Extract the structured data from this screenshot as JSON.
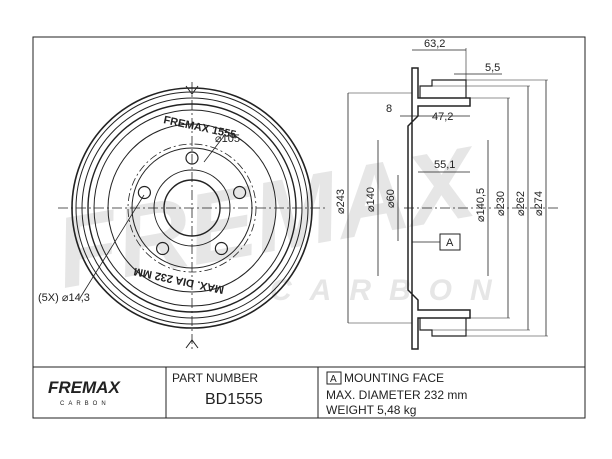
{
  "watermark": {
    "brand": "FREMAX",
    "sub": "CARBON"
  },
  "front_view": {
    "drum_marking_top": "FREMAX 1555",
    "drum_marking_bottom": "MAX. DIA 232 MM",
    "pcd_label": "⌀105",
    "hole_callout": "(5X) ⌀14,3"
  },
  "section_view": {
    "dimensions": {
      "overall_height": "63,2",
      "flange_thickness": "5,5",
      "offset_8": "8",
      "depth_47": "47,2",
      "depth_55": "55,1",
      "d243": "⌀243",
      "d140": "⌀140",
      "d60": "⌀60",
      "d140_5": "⌀140,5",
      "d230": "⌀230",
      "d262": "⌀262",
      "d274": "⌀274"
    },
    "datum": "A"
  },
  "title_block": {
    "logo_text": "FREMAX",
    "logo_sub": "CARBON",
    "part_number_label": "PART NUMBER",
    "part_number": "BD1555",
    "datum_box": "A",
    "mounting_face": "MOUNTING FACE",
    "max_diameter": "MAX. DIAMETER 232 mm",
    "weight": "WEIGHT 5,48 kg"
  },
  "colors": {
    "line": "#222222",
    "logo_yellow": "#f2b705",
    "watermark": "#e6e6e6"
  }
}
